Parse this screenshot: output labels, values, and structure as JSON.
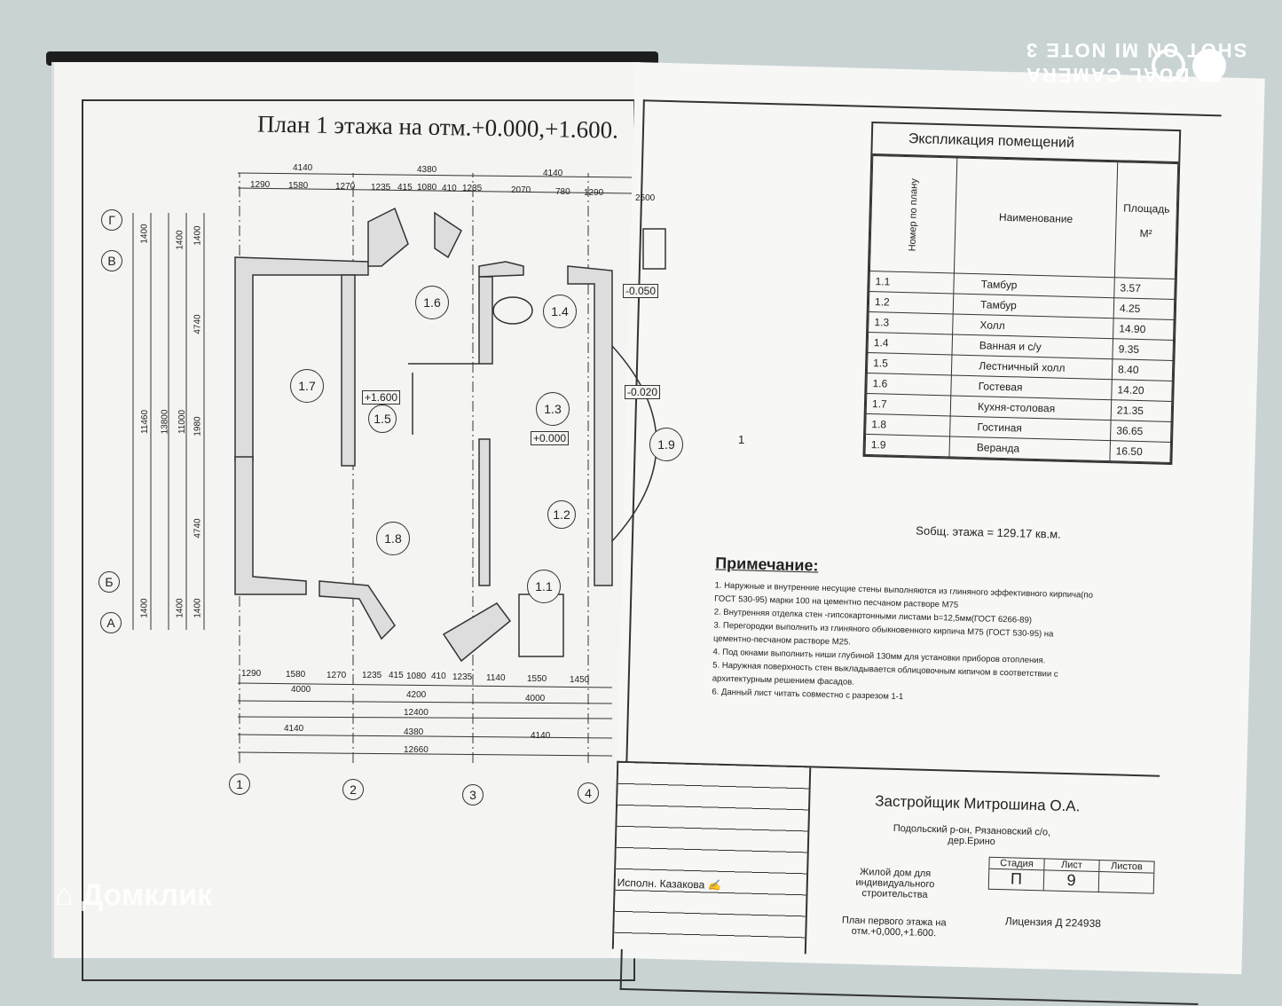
{
  "title": "План 1 этажа  на отм.+0.000,+1.600.",
  "dims_top": [
    "4140",
    "4380",
    "4140",
    "1290",
    "1580",
    "1270",
    "1235",
    "415",
    "1080",
    "410",
    "1235",
    "2070",
    "780",
    "1290",
    "2500"
  ],
  "dims_bottom": [
    "1290",
    "1580",
    "1270",
    "1235",
    "415",
    "1080",
    "410",
    "1235",
    "1140",
    "1550",
    "1450",
    "4000",
    "4200",
    "4000",
    "12400",
    "4140",
    "4380",
    "4140",
    "12660"
  ],
  "dims_left": [
    "1400",
    "1400",
    "1400",
    "4740",
    "1980",
    "11000",
    "13800",
    "11460",
    "4740",
    "1400",
    "1400",
    "1400"
  ],
  "axes_letters": [
    "Г",
    "В",
    "Б",
    "А"
  ],
  "axes_numbers": [
    "1",
    "2",
    "3",
    "4"
  ],
  "levels": [
    "+1.600",
    "+0.000",
    "-0.050",
    "-0.020"
  ],
  "section_mark": "1",
  "rooms_on_plan": [
    "1.1",
    "1.2",
    "1.3",
    "1.4",
    "1.5",
    "1.6",
    "1.7",
    "1.8",
    "1.9"
  ],
  "explication": {
    "title": "Экспликация помещений",
    "col_num": "Номер по плану",
    "col_name": "Наименование",
    "col_area": "Площадь",
    "col_unit": "М²",
    "rows": [
      {
        "num": "1.1",
        "name": "Тамбур",
        "area": "3.57"
      },
      {
        "num": "1.2",
        "name": "Тамбур",
        "area": "4.25"
      },
      {
        "num": "1.3",
        "name": "Холл",
        "area": "14.90"
      },
      {
        "num": "1.4",
        "name": "Ванная и с/у",
        "area": "9.35"
      },
      {
        "num": "1.5",
        "name": "Лестничный холл",
        "area": "8.40"
      },
      {
        "num": "1.6",
        "name": "Гостевая",
        "area": "14.20"
      },
      {
        "num": "1.7",
        "name": "Кухня-столовая",
        "area": "21.35"
      },
      {
        "num": "1.8",
        "name": "Гостиная",
        "area": "36.65"
      },
      {
        "num": "1.9",
        "name": "Веранда",
        "area": "16.50"
      }
    ],
    "total": "Sобщ. этажа = 129.17 кв.м."
  },
  "notes": {
    "title": "Примечание:",
    "items": [
      "1. Наружные и внутренние несущие стены выполняются из глиняного эффективного кирпича(по ГОСТ 530-95) марки 100 на цементно песчаном растворе М75",
      "2. Внутренняя отделка стен -гипсокартонными листами b=12,5мм(ГОСТ 6266-89)",
      "3. Перегородки выполнить из глиняного обыкновенного кирпича М75 (ГОСТ 530-95) на цементно-песчаном растворе М25.",
      "4. Под окнами выполнить ниши глубиной 130мм для установки приборов отопления.",
      "5. Наружная поверхность стен выкладывается облицовочным кипичом в соответствии с архитектурным решением фасадов.",
      "6. Данный лист читать совместно с разрезом 1-1"
    ]
  },
  "stamp": {
    "developer": "Застройщик  Митрошина О.А.",
    "location": "Подольский р-он, Рязановский с/о, дер.Ерино",
    "object": "Жилой дом для индивидуального строительства",
    "sheet_title": "План первого этажа на отм.+0,000,+1.600.",
    "stage_label": "Стадия",
    "sheet_label": "Лист",
    "sheets_label": "Листов",
    "stage": "П",
    "sheet": "9",
    "license": "Лицензия Д 224938",
    "executor_role": "Исполн.",
    "executor_name": "Казакова"
  },
  "watermarks": {
    "camera_line1": "SHOT ON MI NOTE 3",
    "camera_line2": "MI DUAL CAMERA",
    "site": "Домклик"
  }
}
